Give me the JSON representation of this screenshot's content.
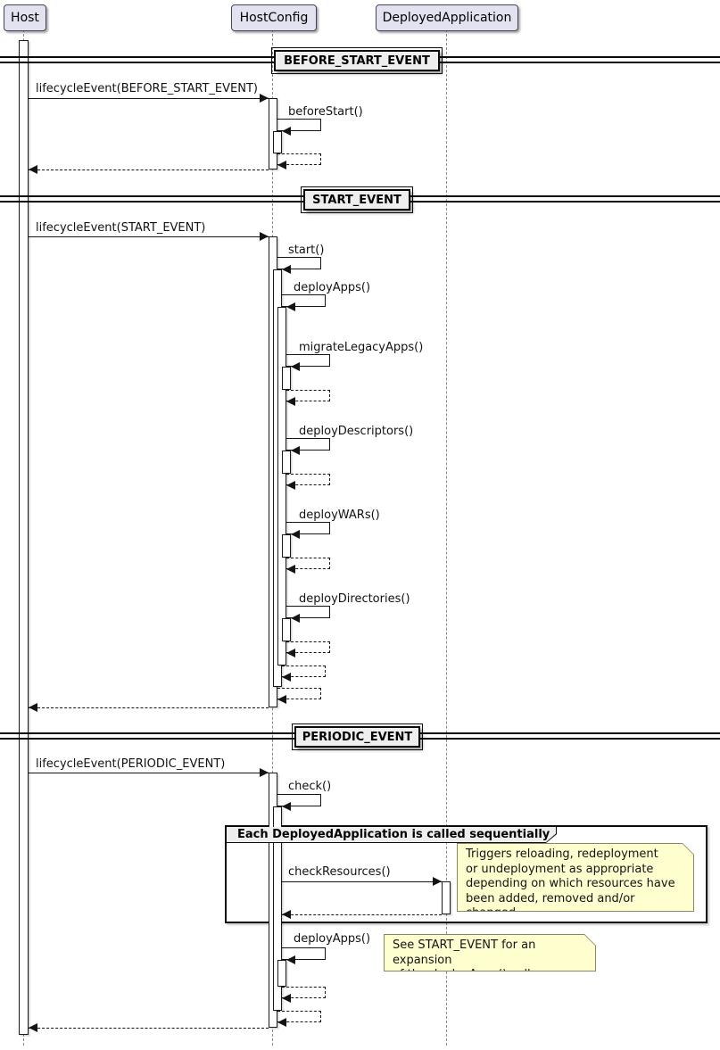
{
  "participants": [
    {
      "name": "Host"
    },
    {
      "name": "HostConfig"
    },
    {
      "name": "DeployedApplication"
    }
  ],
  "dividers": [
    {
      "label": "BEFORE_START_EVENT"
    },
    {
      "label": "START_EVENT"
    },
    {
      "label": "PERIODIC_EVENT"
    }
  ],
  "messages": {
    "lifecycle_before_start": "lifecycleEvent(BEFORE_START_EVENT)",
    "before_start": "beforeStart()",
    "lifecycle_start": "lifecycleEvent(START_EVENT)",
    "start": "start()",
    "deploy_apps": "deployApps()",
    "migrate_legacy_apps": "migrateLegacyApps()",
    "deploy_descriptors": "deployDescriptors()",
    "deploy_wars": "deployWARs()",
    "deploy_directories": "deployDirectories()",
    "lifecycle_periodic": "lifecycleEvent(PERIODIC_EVENT)",
    "check": "check()",
    "check_resources": "checkResources()",
    "deploy_apps_periodic": "deployApps()"
  },
  "group": {
    "label": "Each DeployedApplication is called sequentially"
  },
  "notes": {
    "check_resources_note": "Triggers reloading, redeployment\nor undeployment as appropriate\ndepending on which resources have\nbeen added, removed and/or changed.",
    "deploy_apps_note": "See START_EVENT for an expansion\nof the deployApps() call."
  },
  "colors": {
    "participant_fill": "#E2E2F0",
    "divider_fill": "#EEEEEE",
    "note_fill": "#FEFECE",
    "line": "#141414",
    "lifeline": "#8A8A8A"
  }
}
